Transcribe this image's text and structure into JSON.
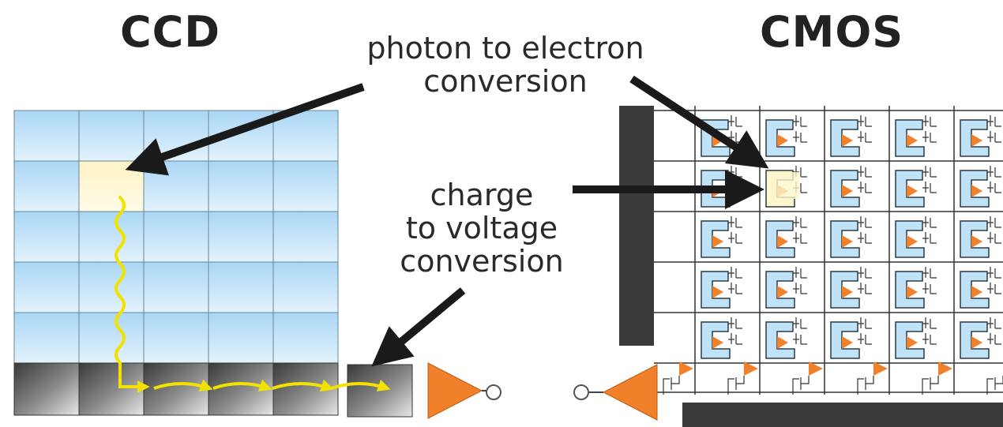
{
  "titles": {
    "ccd": "CCD",
    "cmos": "CMOS"
  },
  "labels": {
    "photon_line1": "photon to electron",
    "photon_line2": "conversion",
    "charge_line1": "charge",
    "charge_line2": "to voltage",
    "charge_line3": "conversion"
  },
  "colors": {
    "pixel_blue": "#bfe2f8",
    "pixel_highlight": "#fdf6cc",
    "amplifier_orange": "#f0802a",
    "charge_path_yellow": "#f2e200",
    "dark_bar": "#3a3a3a"
  }
}
